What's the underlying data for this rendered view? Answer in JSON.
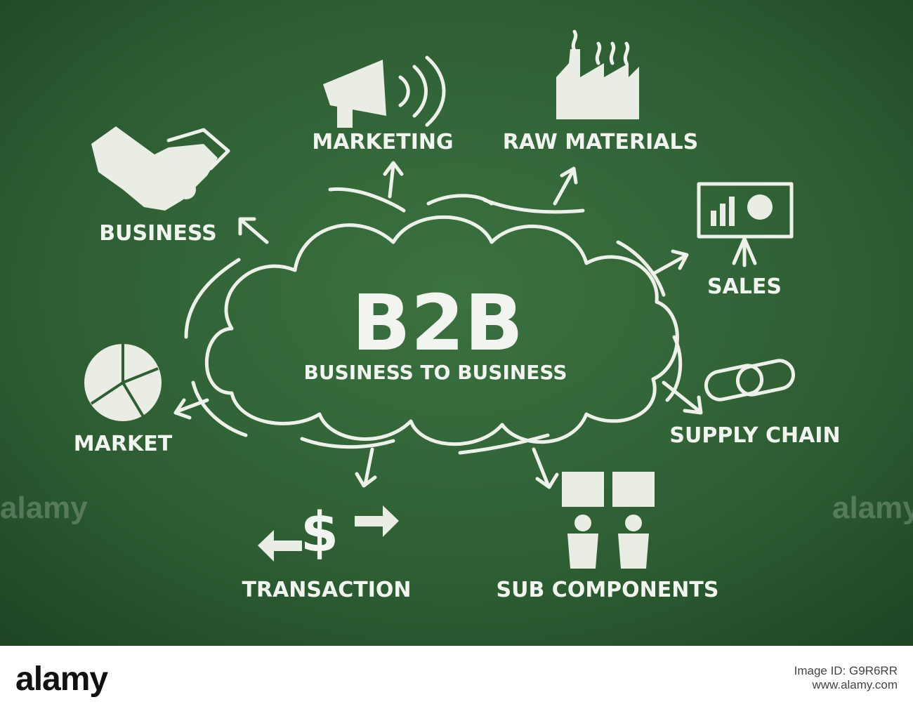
{
  "center": {
    "title": "B2B",
    "subtitle": "BUSINESS TO BUSINESS"
  },
  "nodes": {
    "business": "BUSINESS",
    "marketing": "MARKETING",
    "raw_materials": "RAW MATERIALS",
    "sales": "SALES",
    "supply_chain": "SUPPLY CHAIN",
    "sub_components": "SUB COMPONENTS",
    "transaction": "TRANSACTION",
    "market": "MARKET"
  },
  "watermark": "alamy",
  "footer": {
    "logo": "alamy",
    "image_id_label": "Image ID: G9R6RR",
    "site": "www.alamy.com"
  },
  "colors": {
    "board": "#2f5f34",
    "chalk": "#f2f4ef"
  },
  "icons": [
    "handshake-icon",
    "megaphone-icon",
    "factory-icon",
    "presentation-chart-icon",
    "chain-link-icon",
    "puzzle-people-icon",
    "dollar-arrows-icon",
    "pie-chart-icon",
    "cloud-icon"
  ]
}
